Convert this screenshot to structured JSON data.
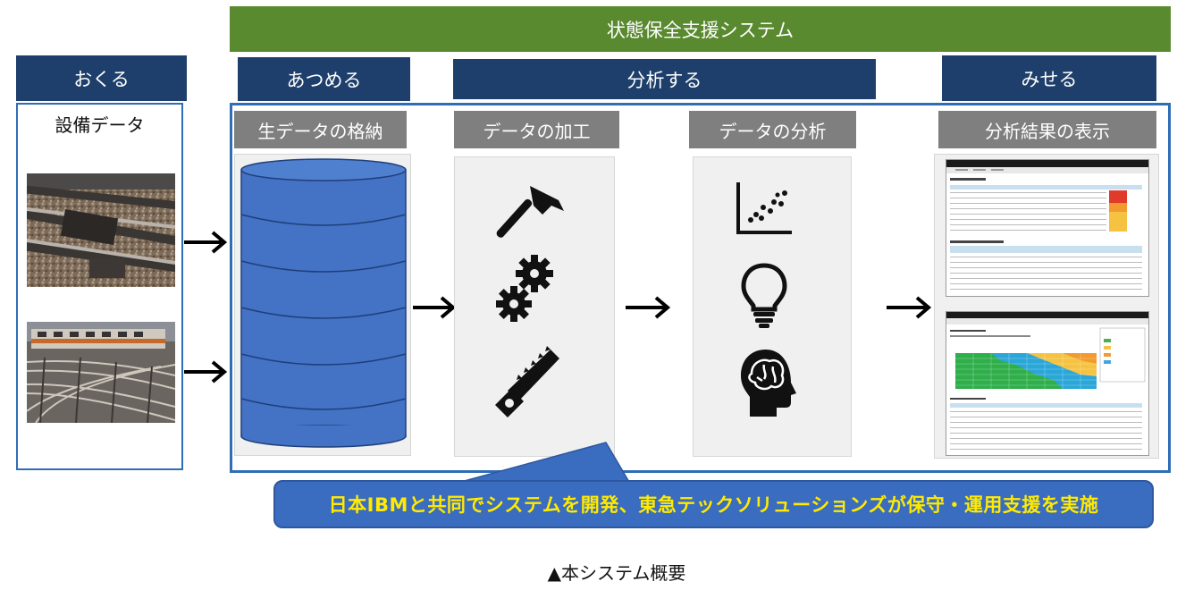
{
  "top_banner": "状態保全支援システム",
  "stages": {
    "okuru": "おくる",
    "atsumeru": "あつめる",
    "bunseki": "分析する",
    "miseru": "みせる"
  },
  "equipment": {
    "title": "設備データ"
  },
  "steps": {
    "store": "生データの格納",
    "process": "データの加工",
    "analyze": "データの分析",
    "display": "分析結果の表示"
  },
  "icons": [
    "database-icon",
    "hammer-icon",
    "gears-icon",
    "saw-icon",
    "scatter-chart-icon",
    "lightbulb-icon",
    "brain-head-icon",
    "arrow-icon"
  ],
  "callout": "日本IBMと共同でシステムを開発、東急テックソリューションズが保守・運用支援を実施",
  "caption": "▲本システム概要",
  "colors": {
    "green": "#5a8a2f",
    "navy": "#1e3f6b",
    "frame_blue": "#2e6eb5",
    "callout_blue": "#3a6cbf",
    "callout_text": "#ffea00",
    "grey_tab": "#7f7f7f",
    "db_fill": "#4472c4"
  }
}
